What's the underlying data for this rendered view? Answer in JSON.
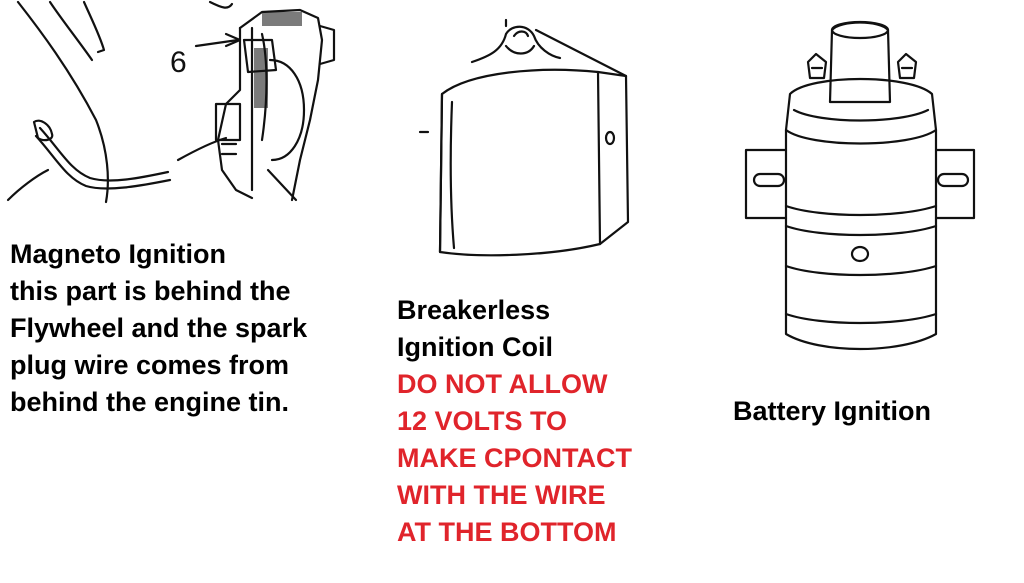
{
  "magneto": {
    "callout_number": "6",
    "lines": [
      "Magneto Ignition",
      "this part is behind the",
      "Flywheel and the spark",
      "plug wire comes from",
      "behind the engine tin."
    ]
  },
  "breakerless": {
    "lines": [
      "Breakerless",
      "Ignition Coil"
    ],
    "warning_lines": [
      "DO NOT ALLOW",
      "12 VOLTS TO",
      "MAKE CPONTACT",
      "WITH THE WIRE",
      "AT THE BOTTOM"
    ]
  },
  "battery": {
    "label": "Battery Ignition"
  },
  "colors": {
    "text": "#000000",
    "warning": "#e0242b",
    "line_art": "#111111"
  }
}
